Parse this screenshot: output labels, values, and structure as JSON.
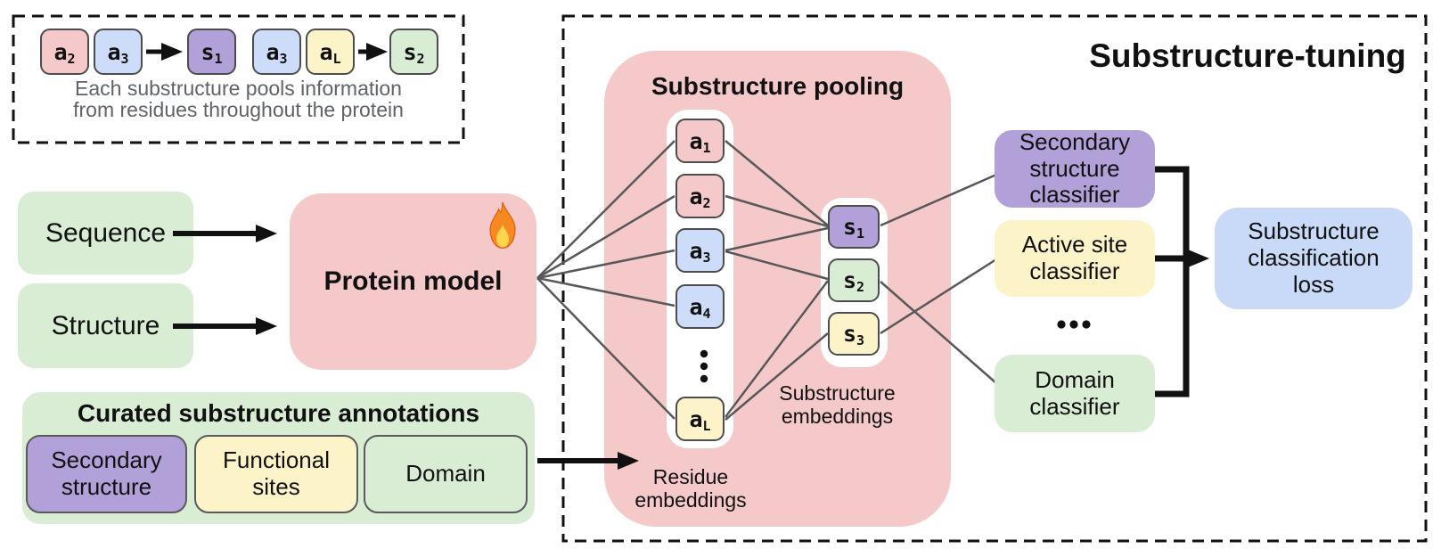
{
  "legend": {
    "tokens": [
      {
        "base": "a",
        "sub": "2",
        "color": "pink"
      },
      {
        "base": "a",
        "sub": "3",
        "color": "blue"
      },
      {
        "base": "s",
        "sub": "1",
        "color": "purple"
      },
      {
        "base": "a",
        "sub": "3",
        "color": "blue"
      },
      {
        "base": "a",
        "sub": "L",
        "color": "yellow"
      },
      {
        "base": "s",
        "sub": "2",
        "color": "green"
      }
    ],
    "caption_lines": [
      "Each substructure pools information",
      "from residues throughout the protein"
    ]
  },
  "inputs": {
    "sequence_label": "Sequence",
    "structure_label": "Structure"
  },
  "protein_model": {
    "label": "Protein model",
    "icon": "fire"
  },
  "curated": {
    "title": "Curated substructure annotations",
    "items": [
      {
        "label": "Secondary structure",
        "color": "purple"
      },
      {
        "label": "Functional sites",
        "color": "yellow"
      },
      {
        "label": "Domain",
        "color": "green"
      }
    ]
  },
  "tuning": {
    "title": "Substructure-tuning",
    "pooling": {
      "title": "Substructure pooling",
      "residues": [
        {
          "base": "a",
          "sub": "1",
          "color": "pink"
        },
        {
          "base": "a",
          "sub": "2",
          "color": "pink"
        },
        {
          "base": "a",
          "sub": "3",
          "color": "blue"
        },
        {
          "base": "a",
          "sub": "4",
          "color": "blue"
        },
        {
          "base": "a",
          "sub": "L",
          "color": "yellow"
        }
      ],
      "residues_label": "Residue embeddings",
      "substructures": [
        {
          "base": "s",
          "sub": "1",
          "color": "purple"
        },
        {
          "base": "s",
          "sub": "2",
          "color": "green"
        },
        {
          "base": "s",
          "sub": "3",
          "color": "yellow"
        }
      ],
      "substructures_label": "Substructure embeddings"
    },
    "classifiers": [
      {
        "label": "Secondary structure classifier",
        "color": "purple"
      },
      {
        "label": "Active site classifier",
        "color": "yellow"
      },
      {
        "label": "Domain classifier",
        "color": "green"
      }
    ],
    "loss_label": "Substructure classification loss"
  },
  "icons": {
    "fire": "flame on protein model",
    "vertical_ellipsis": "⋮",
    "horizontal_ellipsis": "..."
  },
  "connections": {
    "residue_to_substructure": [
      [
        "a1",
        "s1"
      ],
      [
        "a2",
        "s1"
      ],
      [
        "a3",
        "s1"
      ],
      [
        "a3",
        "s2"
      ],
      [
        "aL",
        "s2"
      ],
      [
        "aL",
        "s3"
      ]
    ],
    "substructure_to_classifier": [
      [
        "s1",
        "Secondary structure classifier"
      ],
      [
        "s3",
        "Active site classifier"
      ],
      [
        "s2",
        "Domain classifier"
      ]
    ]
  },
  "colors": {
    "pink": "#f5c9ca",
    "blue": "#cddcf8",
    "yellow": "#fdf3c8",
    "purple": "#b2a0d9",
    "green": "#d9ecd4",
    "loss_blue": "#c9daf8",
    "arrow_black": "#111111",
    "line_gray": "#58585a",
    "caption_gray": "#5f6368"
  }
}
